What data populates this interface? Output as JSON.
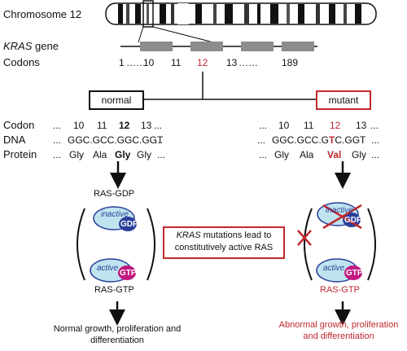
{
  "chromosome": {
    "label": "Chromosome 12"
  },
  "gene": {
    "name": "KRAS",
    "suffix": " gene"
  },
  "codons_row": {
    "label": "Codons",
    "start": "1",
    "dots1": "……",
    "c10": "10",
    "c11": "11",
    "c12": "12",
    "c13": "13",
    "dots2": "……",
    "end": "189"
  },
  "normal": {
    "label": "normal",
    "codon_numbers": [
      "10",
      "11",
      "12",
      "13"
    ],
    "dna": "GGC.GCC.GGC.GGT",
    "proteins": [
      "Gly",
      "Ala",
      "Gly",
      "Gly"
    ],
    "state_top": "RAS-GDP",
    "state_bottom": "RAS-GTP",
    "inactive": "inactive",
    "active": "active",
    "gdp": "GDP",
    "gtp": "GTP",
    "outcome": "Normal growth, proliferation and differentiation"
  },
  "mutant": {
    "label": "mutant",
    "codon_numbers": [
      "10",
      "11",
      "12",
      "13"
    ],
    "dna_pre": "GGC.GCC.G",
    "dna_mut": "T",
    "dna_post": "C.GGT",
    "proteins": [
      "Gly",
      "Ala",
      "Val",
      "Gly"
    ],
    "state_bottom": "RAS-GTP",
    "inactive": "inactive",
    "active": "active",
    "gdp": "GDP",
    "gtp": "GTP",
    "outcome": "Abnormal growth, proliferation and differentiation"
  },
  "row_labels": {
    "codon": "Codon",
    "dna": "DNA",
    "protein": "Protein"
  },
  "ellipsis": "...",
  "callout": {
    "gene": "KRAS",
    "text1": " mutations lead to",
    "text2": "constitutively active RAS"
  },
  "colors": {
    "red": "#c0282d",
    "gray": "#8c8c8c",
    "cyan": "#bfe4ef",
    "blue": "#2a3f9a",
    "magenta": "#c2187f"
  }
}
